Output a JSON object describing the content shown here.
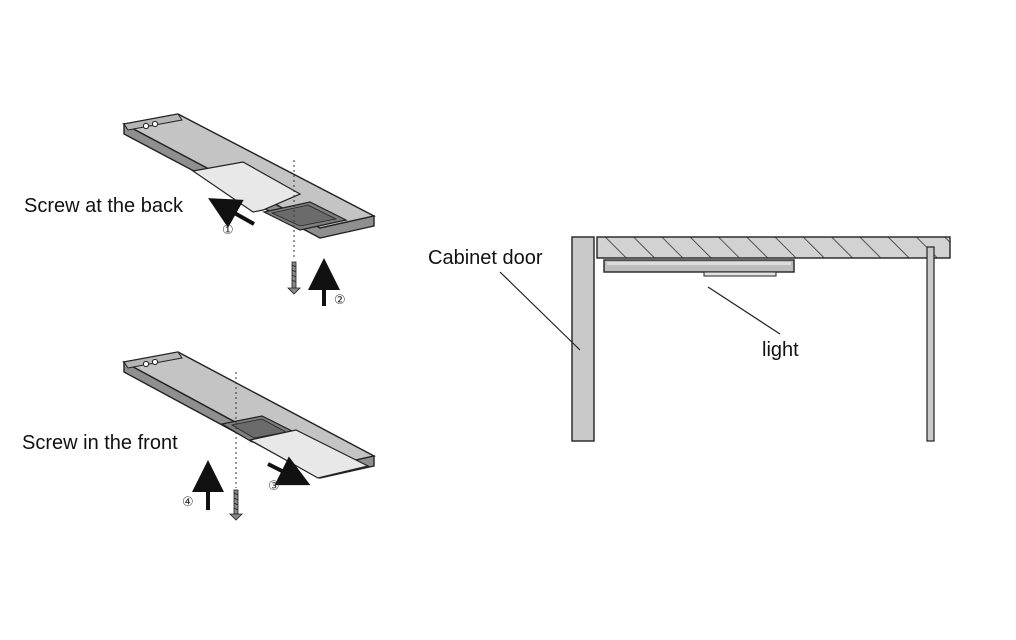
{
  "labels": {
    "screw_back": "Screw at the back",
    "screw_front": "Screw in the front",
    "cabinet_door": "Cabinet door",
    "light": "light"
  },
  "steps": {
    "step1": "①",
    "step2": "②",
    "step3": "③",
    "step4": "④"
  },
  "colors": {
    "metal_top": "#c8c8c8",
    "metal_side": "#8e8e8e",
    "diffuser": "#e6e6e6",
    "bracket": "#7a7a7a",
    "door": "#c9c9c9",
    "hatch": "#cfcfcf",
    "outline": "#222222"
  }
}
